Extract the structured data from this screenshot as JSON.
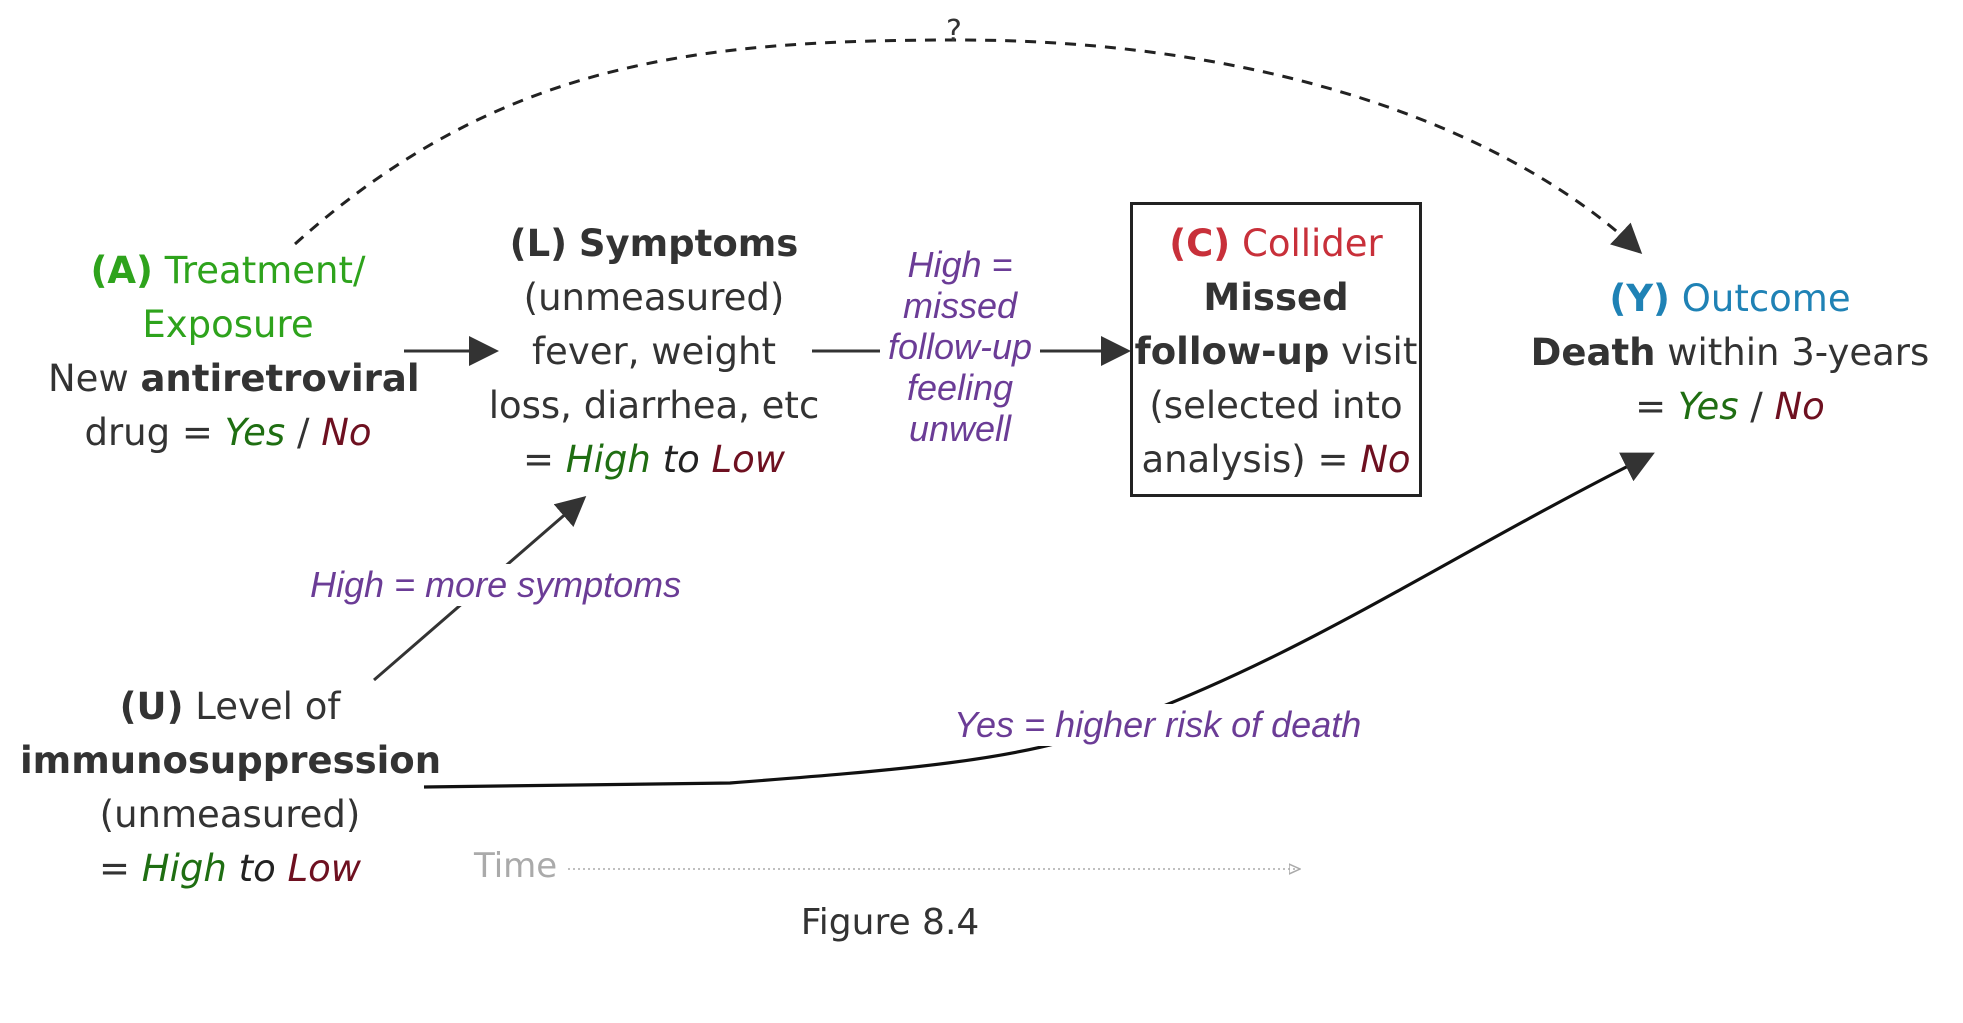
{
  "question_mark": "?",
  "node_a": {
    "tag": "(A)",
    "title_1": "Treatment/",
    "title_2": "Exposure",
    "line3_pre": "New ",
    "line3_bold": "antiretroviral",
    "line4_pre": "drug = ",
    "yes": "Yes",
    "slash": " / ",
    "no": "No"
  },
  "node_l": {
    "tag": "(L)",
    "title": "Symptoms",
    "line2": "(unmeasured)",
    "line3": "fever, weight",
    "line4": "loss, diarrhea, etc",
    "line5_pre": "= ",
    "high": "High",
    "to": " to ",
    "low": "Low"
  },
  "label_l_to_c": {
    "line1": "High =",
    "line2": "missed",
    "line3": "follow-up",
    "line4": "feeling",
    "line5": "unwell"
  },
  "node_c": {
    "tag": "(C)",
    "title": "Collider",
    "line2": "Missed",
    "line3_bold": "follow-up",
    "line3_post": " visit",
    "line4": "(selected into",
    "line5_pre": "analysis) = ",
    "no": "No"
  },
  "node_y": {
    "tag": "(Y)",
    "title": "Outcome",
    "line2_bold": "Death",
    "line2_post": " within 3-years",
    "line3_pre": "= ",
    "yes": "Yes",
    "slash": " / ",
    "no": "No"
  },
  "node_u": {
    "tag": "(U)",
    "title": " Level of",
    "line2": "immunosuppression",
    "line3": "(unmeasured)",
    "line4_pre": "= ",
    "high": "High",
    "to": " to ",
    "low": "Low"
  },
  "label_u_to_l": "High = more symptoms",
  "label_u_to_y": "Yes = higher risk of death",
  "time_label": "Time",
  "caption": "Figure 8.4",
  "colors": {
    "arrow": "#333333",
    "label_purple": "#6b3c96",
    "time_axis": "#aaaaaa"
  }
}
